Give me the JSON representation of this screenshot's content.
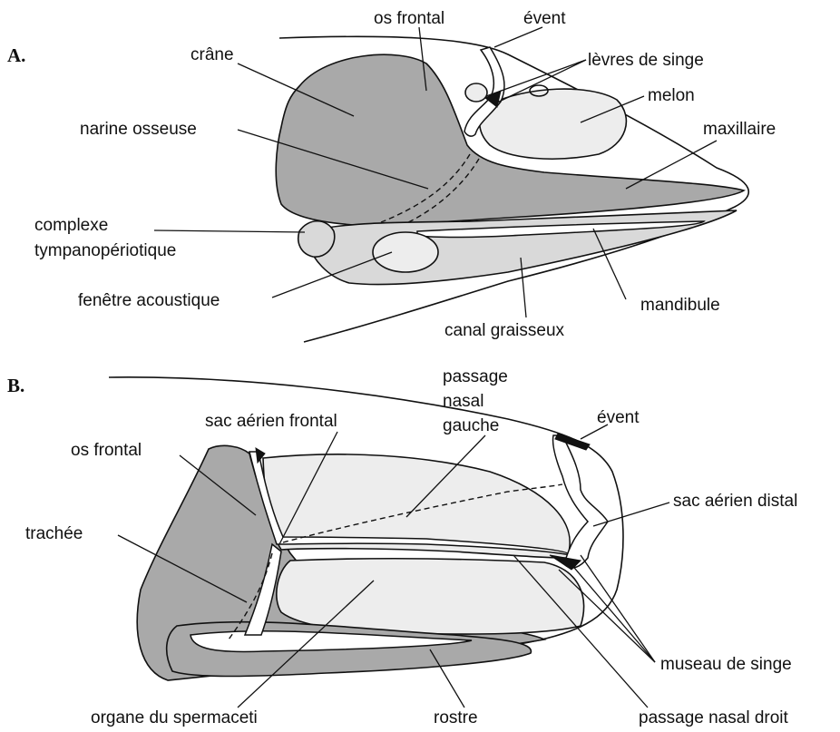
{
  "panels": [
    {
      "id": "A",
      "label": "A."
    },
    {
      "id": "B",
      "label": "B."
    }
  ],
  "labels_a": {
    "os_frontal": "os frontal",
    "event": "évent",
    "crane": "crâne",
    "levres_de_singe": "lèvres de singe",
    "melon": "melon",
    "narine_osseuse": "narine osseuse",
    "maxillaire": "maxillaire",
    "complexe_line1": "complexe",
    "complexe_line2": "tympanopériotique",
    "fenetre_acoustique": "fenêtre acoustique",
    "mandibule": "mandibule",
    "canal_graisseux": "canal graisseux"
  },
  "labels_b": {
    "passage_line1": "passage",
    "passage_line2": "nasal",
    "passage_line3": "gauche",
    "sac_aerien_frontal": "sac aérien frontal",
    "event": "évent",
    "os_frontal": "os frontal",
    "sac_aerien_distal": "sac aérien distal",
    "trachee": "trachée",
    "museau_de_singe": "museau de singe",
    "organe_du_spermaceti": "organe du spermaceti",
    "rostre": "rostre",
    "passage_nasal_droit": "passage nasal droit"
  }
}
